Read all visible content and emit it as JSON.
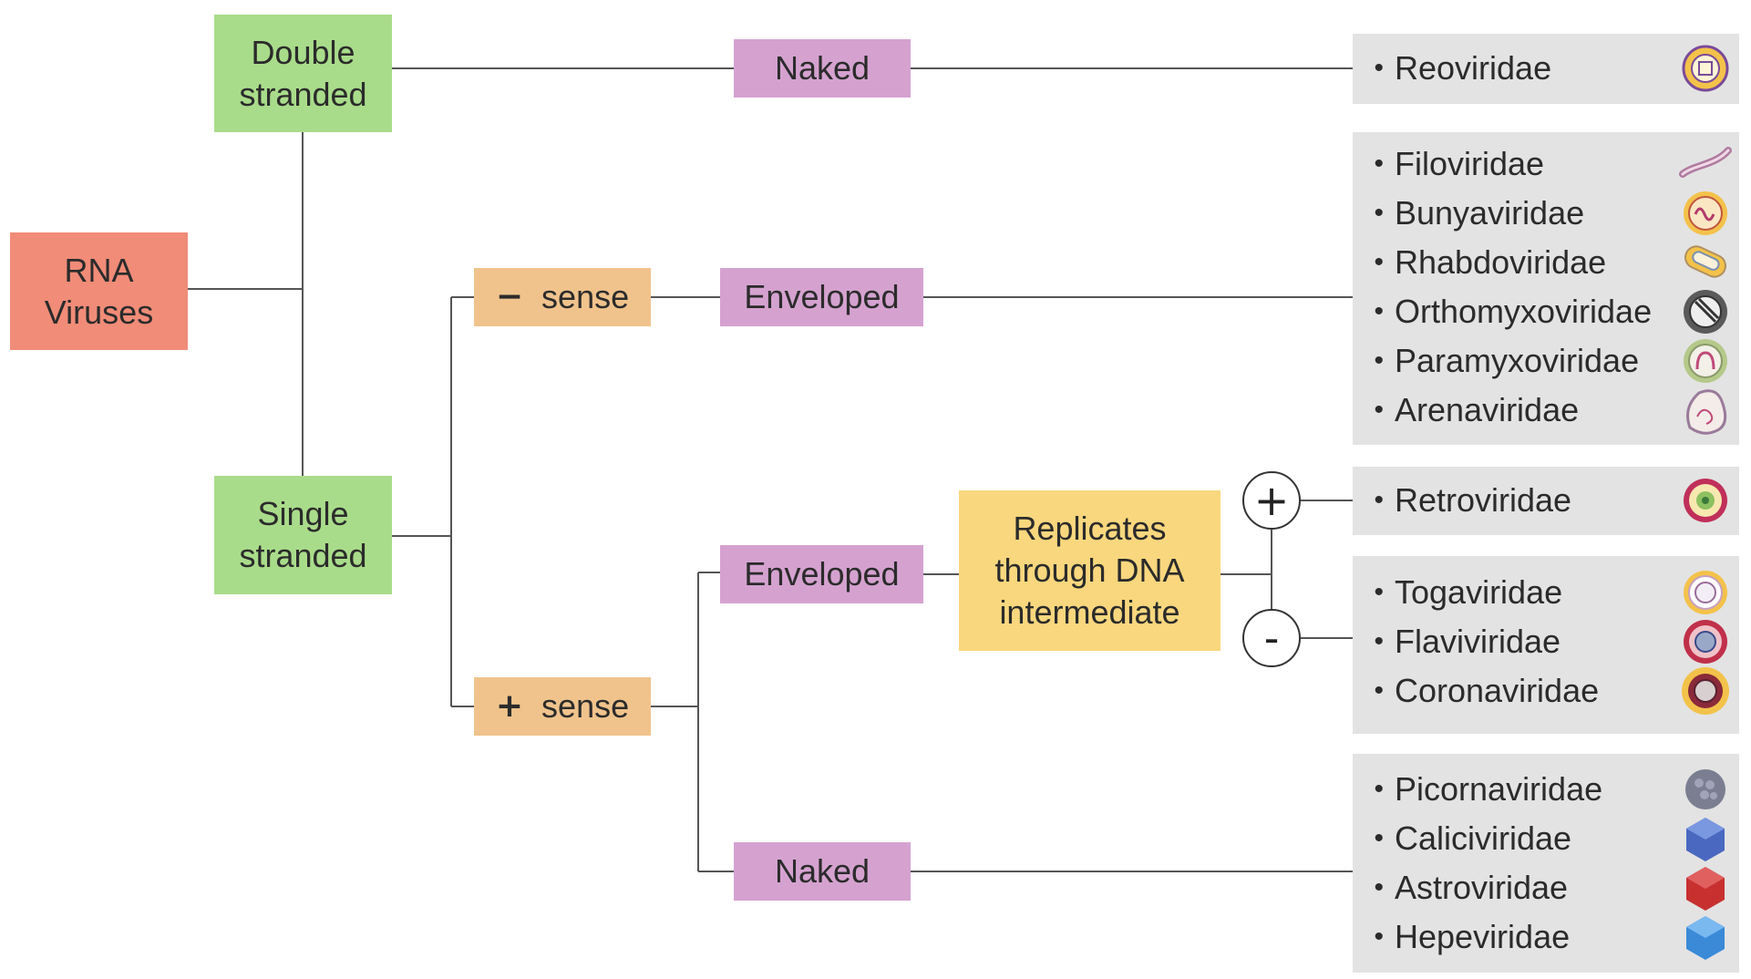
{
  "nodes": {
    "root": "RNA\nViruses",
    "double_stranded": "Double\nstranded",
    "single_stranded": "Single\nstranded",
    "neg_sense": {
      "sign": "−",
      "label": "sense"
    },
    "pos_sense": {
      "sign": "+",
      "label": "sense"
    },
    "naked_top": "Naked",
    "enveloped_neg": "Enveloped",
    "enveloped_pos": "Enveloped",
    "naked_bottom": "Naked",
    "replicates": "Replicates\nthrough DNA\nintermediate",
    "plus_sign": "+",
    "minus_sign": "-"
  },
  "groups": {
    "reo": [
      {
        "label": "Reoviridae",
        "icon": "reovirus-icon"
      }
    ],
    "neg_enveloped": [
      {
        "label": "Filoviridae",
        "icon": "filovirus-icon"
      },
      {
        "label": "Bunyaviridae",
        "icon": "bunyavirus-icon"
      },
      {
        "label": "Rhabdoviridae",
        "icon": "rhabdovirus-icon"
      },
      {
        "label": "Orthomyxoviridae",
        "icon": "orthomyxovirus-icon"
      },
      {
        "label": "Paramyxoviridae",
        "icon": "paramyxovirus-icon"
      },
      {
        "label": "Arenaviridae",
        "icon": "arenavirus-icon"
      }
    ],
    "retro": [
      {
        "label": "Retroviridae",
        "icon": "retrovirus-icon"
      }
    ],
    "pos_enveloped": [
      {
        "label": "Togaviridae",
        "icon": "togavirus-icon"
      },
      {
        "label": "Flaviviridae",
        "icon": "flavivirus-icon"
      },
      {
        "label": "Coronaviridae",
        "icon": "coronavirus-icon"
      }
    ],
    "pos_naked": [
      {
        "label": "Picornaviridae",
        "icon": "picornavirus-icon"
      },
      {
        "label": "Caliciviridae",
        "icon": "calicivirus-icon"
      },
      {
        "label": "Astroviridae",
        "icon": "astrovirus-icon"
      },
      {
        "label": "Hepeviridae",
        "icon": "hepevirus-icon"
      }
    ]
  },
  "bullet": "•",
  "colors": {
    "root": "#f08c78",
    "stranded": "#a9dc8a",
    "sense": "#f0c38c",
    "envelope": "#d5a2d0",
    "replicates": "#f9d77e",
    "group_bg": "#e3e3e3",
    "line": "#555555"
  }
}
